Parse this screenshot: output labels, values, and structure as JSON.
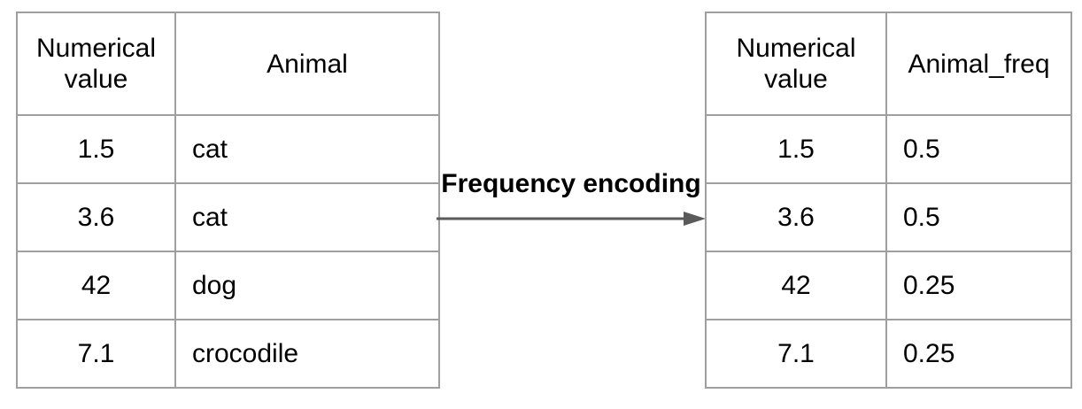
{
  "diagram": {
    "arrow_label": "Frequency encoding"
  },
  "left_table": {
    "headers": [
      "Numerical value",
      "Animal"
    ],
    "rows": [
      [
        "1.5",
        "cat"
      ],
      [
        "3.6",
        "cat"
      ],
      [
        "42",
        "dog"
      ],
      [
        "7.1",
        "crocodile"
      ]
    ]
  },
  "right_table": {
    "headers": [
      "Numerical value",
      "Animal_freq"
    ],
    "rows": [
      [
        "1.5",
        "0.5"
      ],
      [
        "3.6",
        "0.5"
      ],
      [
        "42",
        "0.25"
      ],
      [
        "7.1",
        "0.25"
      ]
    ]
  },
  "colors": {
    "table_border": "#9f9f9f",
    "arrow": "#5a5a5a",
    "text": "#000000",
    "background": "#ffffff"
  }
}
